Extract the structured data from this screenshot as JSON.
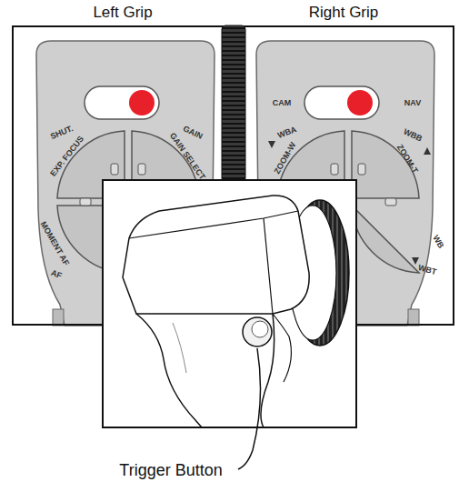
{
  "diagram": {
    "nodes": [
      {
        "text": [
          "Left Grip"
        ]
      },
      {
        "text": [
          "Right Grip"
        ]
      }
    ],
    "labels": [
      "SHUT.",
      "EXP. FOCUS",
      "GAIN",
      "GAIN SELECT",
      "MOMENT AF",
      "AF",
      "CAM",
      "NAV",
      "WBA",
      "ZOOM-W",
      "WBB",
      "ZOOM-T",
      "WB",
      "WBT",
      "Trigger Button"
    ]
  }
}
